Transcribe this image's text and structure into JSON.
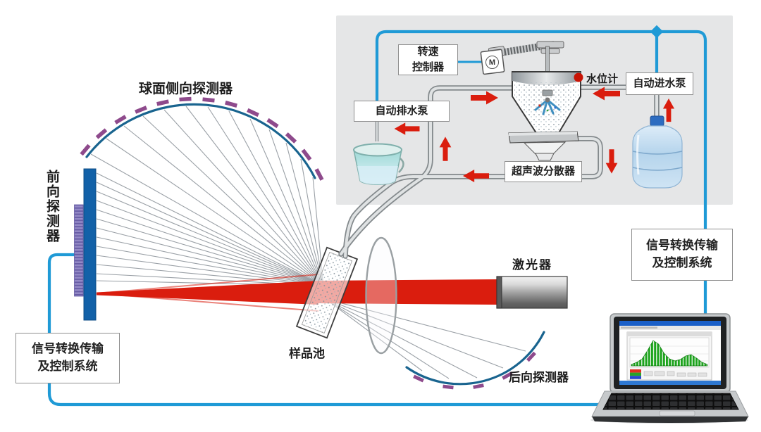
{
  "labels": {
    "spherical_side_detector": "球面侧向探测器",
    "forward_detector": "前向探测器",
    "backward_detector": "后向探测器",
    "sample_cell": "样品池",
    "laser": "激光器",
    "water_level_gauge": "水位计",
    "signal_system": {
      "line1": "信号转换传输",
      "line2": "及控制系统"
    },
    "speed_controller": {
      "line1": "转速",
      "line2": "控制器"
    },
    "auto_drain_pump": "自动排水泵",
    "auto_inlet_pump": "自动进水泵",
    "ultrasonic_disperser": "超声波分散器",
    "motor_mark": "M"
  },
  "colors": {
    "signal": "#1f9ad6",
    "red": "#da1d0e",
    "purple": "#8e4a8c",
    "arc": "#19648f",
    "panel": "#e5e6e7",
    "ray": "#9aa0a6",
    "detector": "#1261a8"
  },
  "laptop_screen": {
    "histogram_silhouette": [
      2,
      5,
      10,
      22,
      36,
      31,
      18,
      10,
      7,
      9,
      14,
      16,
      11,
      5,
      2
    ],
    "legend_colors": [
      "#e03020",
      "#28a428",
      "#2848cc"
    ]
  }
}
